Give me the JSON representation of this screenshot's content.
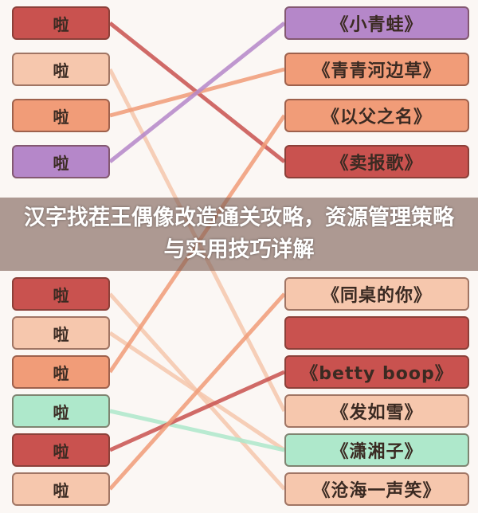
{
  "title": "汉字找茬王偶像改造通关攻略，资源管理策略与实用技巧详解",
  "colors": {
    "red": "#c9524f",
    "peach": "#f6c7ad",
    "orange": "#f19c78",
    "purple": "#b587c9",
    "mint": "#aee8cb"
  },
  "left_items": [
    {
      "label": "啦",
      "color": "red"
    },
    {
      "label": "啦",
      "color": "peach"
    },
    {
      "label": "啦",
      "color": "orange"
    },
    {
      "label": "啦",
      "color": "purple"
    },
    {
      "label": "啦",
      "color": "red"
    },
    {
      "label": "啦",
      "color": "peach"
    },
    {
      "label": "啦",
      "color": "orange"
    },
    {
      "label": "啦",
      "color": "mint"
    },
    {
      "label": "啦",
      "color": "red"
    },
    {
      "label": "啦",
      "color": "peach"
    }
  ],
  "right_items": [
    {
      "label": "《小青蛙》",
      "color": "purple"
    },
    {
      "label": "《青青河边草》",
      "color": "orange"
    },
    {
      "label": "《以父之名》",
      "color": "orange"
    },
    {
      "label": "《卖报歌》",
      "color": "red"
    },
    {
      "label": "《同桌的你》",
      "color": "peach"
    },
    {
      "label": "",
      "color": "red"
    },
    {
      "label": "《betty boop》",
      "color": "red"
    },
    {
      "label": "《发如雪》",
      "color": "peach"
    },
    {
      "label": "《潇湘子》",
      "color": "mint"
    },
    {
      "label": "《沧海一声笑》",
      "color": "peach"
    }
  ],
  "connections": [
    [
      0,
      3,
      "red"
    ],
    [
      1,
      7,
      "peach"
    ],
    [
      2,
      1,
      "orange"
    ],
    [
      3,
      0,
      "purple"
    ],
    [
      4,
      9,
      "peach"
    ],
    [
      5,
      8,
      "peach"
    ],
    [
      6,
      2,
      "orange"
    ],
    [
      7,
      8,
      "mint"
    ],
    [
      8,
      6,
      "red"
    ],
    [
      9,
      4,
      "orange"
    ]
  ]
}
